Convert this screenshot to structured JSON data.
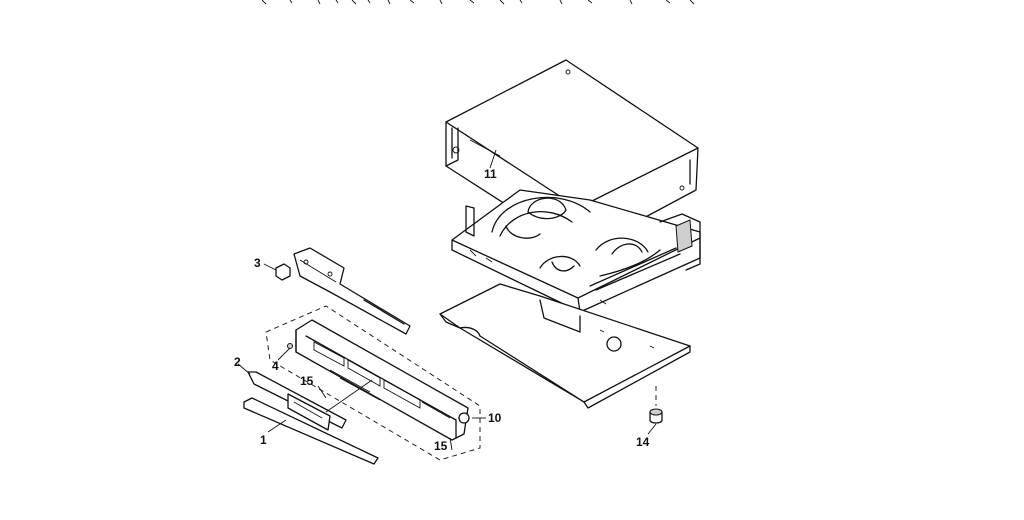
{
  "callouts": {
    "p1": "1",
    "p2": "2",
    "p3": "3",
    "p4": "4",
    "p10": "10",
    "p11": "11",
    "p14": "14",
    "p15a": "15",
    "p15b": "15"
  }
}
